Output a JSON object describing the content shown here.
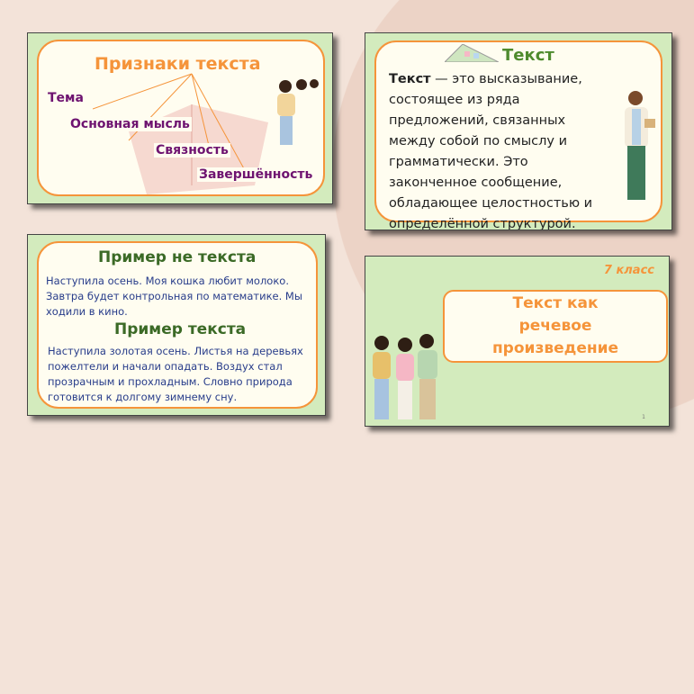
{
  "slide1": {
    "title": "Признаки текста",
    "items": [
      "Тема",
      "Основная мысль",
      "Связность",
      "Завершённость"
    ]
  },
  "slide2": {
    "title1": "Пример не текста",
    "text1": "Наступила осень. Моя кошка любит молоко. Завтра будет контрольная по математике. Мы ходили в кино.",
    "title2": "Пример текста",
    "text2": "Наступила золотая осень. Листья на деревьях пожелтели и начали опадать. Воздух стал прозрачным и прохладным. Словно природа готовится к долгому зимнему сну."
  },
  "slide3": {
    "title": "Текст",
    "term": "Текст",
    "definition": " — это высказывание, состоящее из ряда предложений, связанных между собой по смыслу и грамматически. Это законченное сообщение, обладающее целостностью и определённой структурой."
  },
  "slide4": {
    "grade": "7 класс",
    "title": "Текст как речевое произведение",
    "page": "1"
  },
  "colors": {
    "orange": "#f5943a",
    "slide_bg": "#d3ebbd",
    "purple": "#6e1370",
    "green": "#3b6a26"
  }
}
